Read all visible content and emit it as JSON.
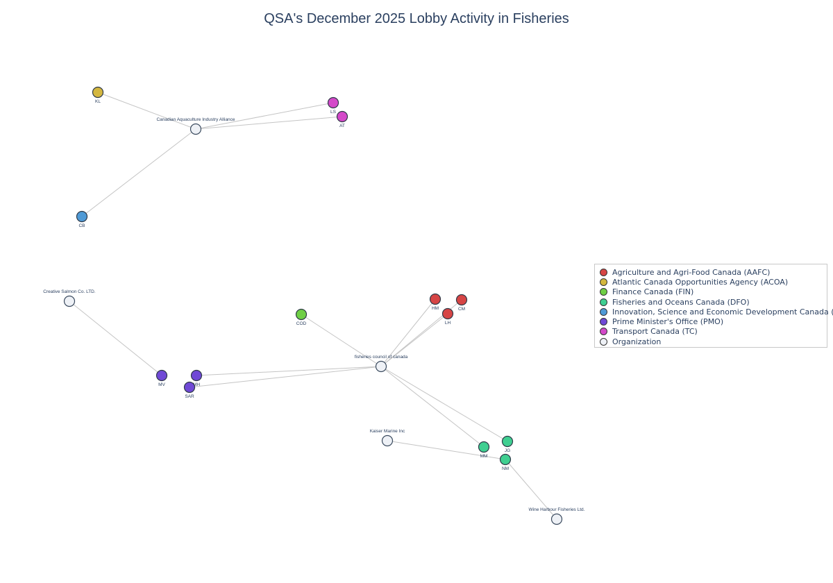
{
  "title": "QSA's December 2025 Lobby Activity in Fisheries",
  "legend": [
    {
      "key": "AAFC",
      "label": "Agriculture and Agri-Food Canada (AAFC)",
      "color": "#d64545"
    },
    {
      "key": "ACOA",
      "label": "Atlantic Canada Opportunities Agency (ACOA)",
      "color": "#d4b73f"
    },
    {
      "key": "FIN",
      "label": "Finance Canada (FIN)",
      "color": "#6fcf45"
    },
    {
      "key": "DFO",
      "label": "Fisheries and Oceans Canada (DFO)",
      "color": "#3fcf91"
    },
    {
      "key": "ISED",
      "label": "Innovation, Science and Economic Development Canada (ISED)",
      "color": "#4f9ad6"
    },
    {
      "key": "PMO",
      "label": "Prime Minister's Office (PMO)",
      "color": "#7049d6"
    },
    {
      "key": "TC",
      "label": "Transport Canada (TC)",
      "color": "#d449c9"
    },
    {
      "key": "ORG",
      "label": "Organization",
      "color": "#eef1f6"
    }
  ],
  "nodes": [
    {
      "id": "caia",
      "label": "Canadian Aquaculture Industry Alliance",
      "group": "ORG"
    },
    {
      "id": "KL",
      "label": "KL",
      "group": "ACOA"
    },
    {
      "id": "LS",
      "label": "LS",
      "group": "TC"
    },
    {
      "id": "AT",
      "label": "AT",
      "group": "TC"
    },
    {
      "id": "CB",
      "label": "CB",
      "group": "ISED"
    },
    {
      "id": "csc",
      "label": "Creative Salmon Co. LTD.",
      "group": "ORG"
    },
    {
      "id": "MV",
      "label": "MV",
      "group": "PMO"
    },
    {
      "id": "MH",
      "label": "MH",
      "group": "PMO"
    },
    {
      "id": "SAR",
      "label": "SAR",
      "group": "PMO"
    },
    {
      "id": "fcc",
      "label": "fisheries council of canada",
      "group": "ORG"
    },
    {
      "id": "COD",
      "label": "COD",
      "group": "FIN"
    },
    {
      "id": "HM",
      "label": "HM",
      "group": "AAFC"
    },
    {
      "id": "CM",
      "label": "CM",
      "group": "AAFC"
    },
    {
      "id": "LH",
      "label": "LH",
      "group": "AAFC"
    },
    {
      "id": "kmi",
      "label": "Kaiser Marine Inc",
      "group": "ORG"
    },
    {
      "id": "MM",
      "label": "MM",
      "group": "DFO"
    },
    {
      "id": "JG",
      "label": "JG",
      "group": "DFO"
    },
    {
      "id": "NM",
      "label": "NM",
      "group": "DFO"
    },
    {
      "id": "whf",
      "label": "Wine Harbour Fisheries Ltd.",
      "group": "ORG"
    }
  ],
  "edges": [
    [
      "caia",
      "KL"
    ],
    [
      "caia",
      "LS"
    ],
    [
      "caia",
      "AT"
    ],
    [
      "caia",
      "CB"
    ],
    [
      "csc",
      "MV"
    ],
    [
      "fcc",
      "COD"
    ],
    [
      "fcc",
      "HM"
    ],
    [
      "fcc",
      "CM"
    ],
    [
      "fcc",
      "LH"
    ],
    [
      "fcc",
      "MH"
    ],
    [
      "fcc",
      "SAR"
    ],
    [
      "fcc",
      "MM"
    ],
    [
      "fcc",
      "JG"
    ],
    [
      "kmi",
      "NM"
    ],
    [
      "whf",
      "NM"
    ]
  ]
}
